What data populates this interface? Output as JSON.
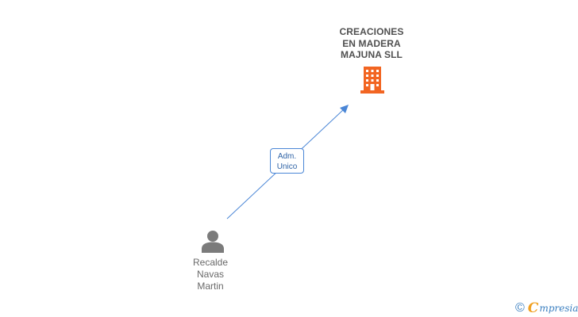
{
  "company": {
    "name": "CREACIONES\nEN MADERA\nMAJUNA SLL",
    "icon": "building-icon",
    "icon_color": "#f26522"
  },
  "relation": {
    "role_line1": "Adm.",
    "role_line2": "Unico",
    "edge_color": "#4a86d6"
  },
  "person": {
    "icon": "person-icon",
    "name_line1": "Recalde",
    "name_line2": "Navas",
    "name_line3": "Martin"
  },
  "watermark": {
    "symbol": "©",
    "brand_initial": "C",
    "brand_rest": "mpresia"
  }
}
